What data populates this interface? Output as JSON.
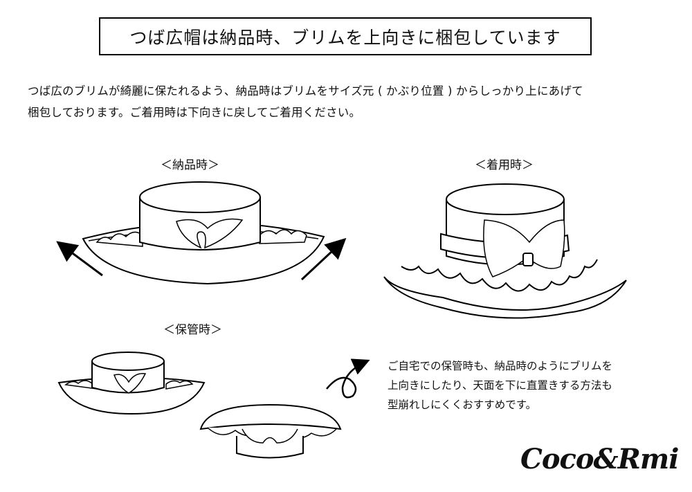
{
  "title": "つば広帽は納品時、ブリムを上向きに梱包しています",
  "intro": {
    "line1": "つば広のブリムが綺麗に保たれるよう、納品時はブリムをサイズ元 ( かぶり位置 ) からしっかり上にあげて",
    "line2": "梱包しております。ご着用時は下向きに戻してご着用ください。"
  },
  "labels": {
    "delivery": "＜納品時＞",
    "wearing": "＜着用時＞",
    "storage": "＜保管時＞"
  },
  "note": {
    "line1": "ご自宅での保管時も、納品時のようにブリムを",
    "line2": "上向きにしたり、天面を下に直置きする方法も",
    "line3": "型崩れしにくくおすすめです。"
  },
  "logo": {
    "text": "Coco&Rmi"
  }
}
